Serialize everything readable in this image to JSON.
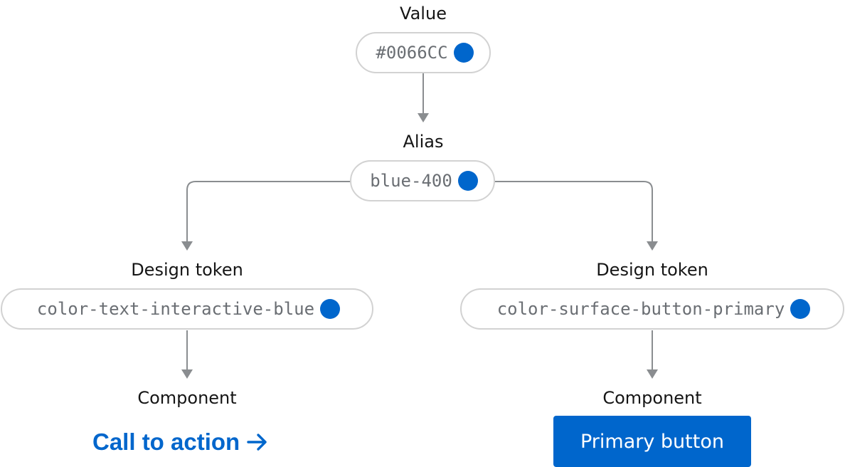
{
  "colors": {
    "token_blue": "#0066CC",
    "connector": "#8a8d90",
    "pill_border": "#d2d2d2",
    "pill_text": "#6a6e73"
  },
  "value": {
    "heading": "Value",
    "token": "#0066CC"
  },
  "alias": {
    "heading": "Alias",
    "token": "blue-400"
  },
  "design_tokens": [
    {
      "heading": "Design token",
      "token": "color-text-interactive-blue",
      "component_heading": "Component",
      "component_label": "Call to action",
      "component_icon": "arrow-right-icon"
    },
    {
      "heading": "Design token",
      "token": "color-surface-button-primary",
      "component_heading": "Component",
      "component_label": "Primary button"
    }
  ]
}
